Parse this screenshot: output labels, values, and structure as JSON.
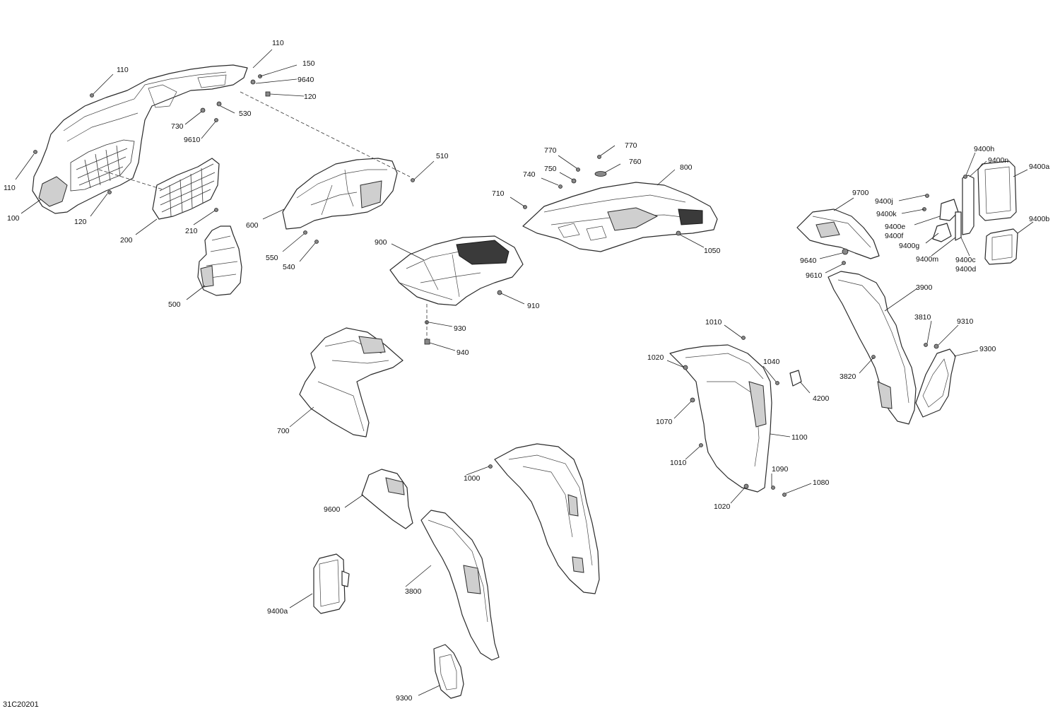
{
  "drawing_code": "31C20201",
  "callouts": [
    {
      "id": "c01",
      "label": "110"
    },
    {
      "id": "c02",
      "label": "150"
    },
    {
      "id": "c03",
      "label": "9640"
    },
    {
      "id": "c04",
      "label": "120"
    },
    {
      "id": "c05",
      "label": "110"
    },
    {
      "id": "c06",
      "label": "530"
    },
    {
      "id": "c07",
      "label": "730"
    },
    {
      "id": "c08",
      "label": "9610"
    },
    {
      "id": "c09",
      "label": "110"
    },
    {
      "id": "c10",
      "label": "100"
    },
    {
      "id": "c11",
      "label": "120"
    },
    {
      "id": "c12",
      "label": "200"
    },
    {
      "id": "c13",
      "label": "210"
    },
    {
      "id": "c14",
      "label": "500"
    },
    {
      "id": "c15",
      "label": "510"
    },
    {
      "id": "c16",
      "label": "600"
    },
    {
      "id": "c17",
      "label": "550"
    },
    {
      "id": "c18",
      "label": "540"
    },
    {
      "id": "c19",
      "label": "770"
    },
    {
      "id": "c20",
      "label": "770"
    },
    {
      "id": "c21",
      "label": "760"
    },
    {
      "id": "c22",
      "label": "750"
    },
    {
      "id": "c23",
      "label": "740"
    },
    {
      "id": "c24",
      "label": "800"
    },
    {
      "id": "c25",
      "label": "710"
    },
    {
      "id": "c26",
      "label": "1050"
    },
    {
      "id": "c27",
      "label": "900"
    },
    {
      "id": "c28",
      "label": "910"
    },
    {
      "id": "c29",
      "label": "930"
    },
    {
      "id": "c30",
      "label": "940"
    },
    {
      "id": "c31",
      "label": "700"
    },
    {
      "id": "c32",
      "label": "9400h"
    },
    {
      "id": "c33",
      "label": "9400n"
    },
    {
      "id": "c34",
      "label": "9400a"
    },
    {
      "id": "c35",
      "label": "9700"
    },
    {
      "id": "c36",
      "label": "9400j"
    },
    {
      "id": "c37",
      "label": "9400k"
    },
    {
      "id": "c38",
      "label": "9400e"
    },
    {
      "id": "c39",
      "label": "9400f"
    },
    {
      "id": "c40",
      "label": "9400g"
    },
    {
      "id": "c41",
      "label": "9400b"
    },
    {
      "id": "c42",
      "label": "9400m"
    },
    {
      "id": "c43",
      "label": "9400c"
    },
    {
      "id": "c44",
      "label": "9400d"
    },
    {
      "id": "c45",
      "label": "9640"
    },
    {
      "id": "c46",
      "label": "9610"
    },
    {
      "id": "c47",
      "label": "3900"
    },
    {
      "id": "c48",
      "label": "3810"
    },
    {
      "id": "c49",
      "label": "9310"
    },
    {
      "id": "c50",
      "label": "9300"
    },
    {
      "id": "c51",
      "label": "3820"
    },
    {
      "id": "c52",
      "label": "1010"
    },
    {
      "id": "c53",
      "label": "1020"
    },
    {
      "id": "c54",
      "label": "1040"
    },
    {
      "id": "c55",
      "label": "4200"
    },
    {
      "id": "c56",
      "label": "1070"
    },
    {
      "id": "c57",
      "label": "1100"
    },
    {
      "id": "c58",
      "label": "1010"
    },
    {
      "id": "c59",
      "label": "1090"
    },
    {
      "id": "c60",
      "label": "1080"
    },
    {
      "id": "c61",
      "label": "1020"
    },
    {
      "id": "c62",
      "label": "1000"
    },
    {
      "id": "c63",
      "label": "9600"
    },
    {
      "id": "c64",
      "label": "3800"
    },
    {
      "id": "c65",
      "label": "9400a"
    },
    {
      "id": "c66",
      "label": "9300"
    }
  ]
}
